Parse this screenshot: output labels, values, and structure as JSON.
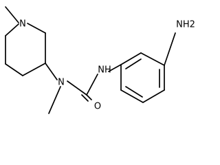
{
  "diagram": {
    "type": "chemical-structure",
    "atom_labels": {
      "piperidine_n": "N",
      "urea_n_methyl": "N",
      "urea_nh": "NH",
      "carbonyl_o": "O",
      "amine": "NH2"
    }
  }
}
